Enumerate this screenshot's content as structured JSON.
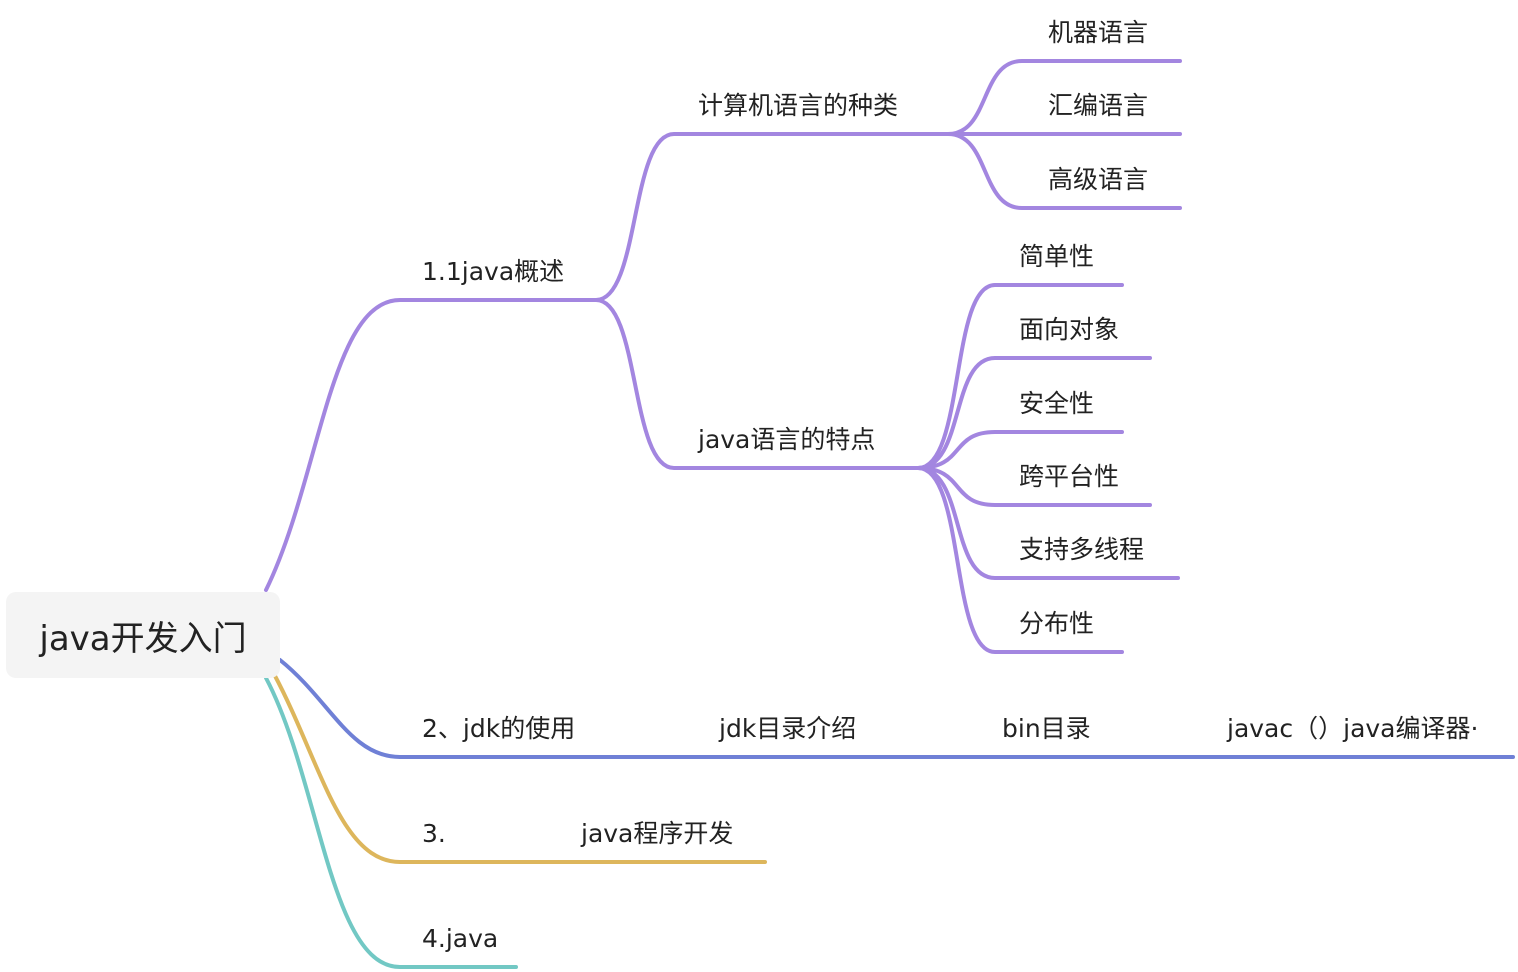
{
  "colors": {
    "purple": "#A386E0",
    "blue": "#6F80D6",
    "gold": "#DDB65C",
    "teal": "#72C8C4",
    "root_bg": "#F4F4F4",
    "text": "#222222"
  },
  "root": {
    "label": "java开发入门"
  },
  "branch1": {
    "label": "1.1java概述",
    "group_languages": {
      "label": "计算机语言的种类",
      "items": [
        "机器语言",
        "汇编语言",
        "高级语言"
      ]
    },
    "group_features": {
      "label": "java语言的特点",
      "items": [
        "简单性",
        "面向对象",
        "安全性",
        "跨平台性",
        "支持多线程",
        "分布性"
      ]
    }
  },
  "branch2": {
    "label": "2、jdk的使用",
    "chain": [
      "jdk目录介绍",
      "bin目录",
      "javac（）java编译器·"
    ]
  },
  "branch3": {
    "label": "3.",
    "child": "java程序开发"
  },
  "branch4": {
    "label": "4.java"
  }
}
